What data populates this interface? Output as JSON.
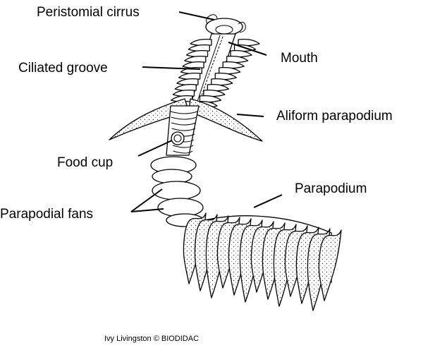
{
  "labels": {
    "peristomial_cirrus": "Peristomial cirrus",
    "mouth": "Mouth",
    "ciliated_groove": "Ciliated groove",
    "aliform_parapodium": "Aliform parapodium",
    "food_cup": "Food cup",
    "parapodium": "Parapodium",
    "parapodial_fans": "Parapodial fans"
  },
  "credit": "Ivy Livingston © BIODIDAC"
}
